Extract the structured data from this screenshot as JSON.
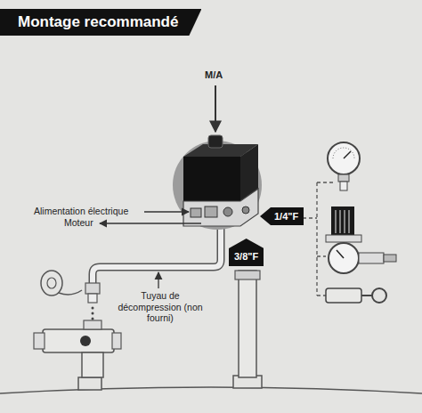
{
  "diagram": {
    "title": "Montage recommandé",
    "nodes": [
      {
        "text": [
          "1/4\"F"
        ]
      },
      {
        "text": [
          "3/8\"F"
        ]
      }
    ],
    "labels": [
      "M/A",
      "Alimentation électrique",
      "Moteur",
      "Tuyau de décompression (non fourni)"
    ]
  }
}
